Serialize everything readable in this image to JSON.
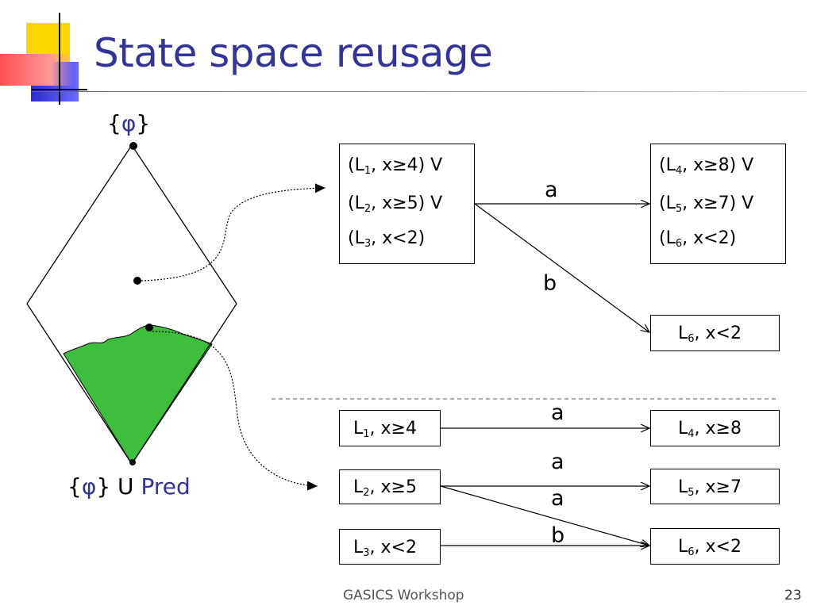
{
  "slide": {
    "title": "State space reusage",
    "footer": "GASICS Workshop",
    "page_number": "23"
  },
  "diagram": {
    "top_label": {
      "open": "{",
      "symbol": "φ",
      "close": "}"
    },
    "bottom_label": {
      "open": "{",
      "symbol": "φ",
      "close": "}",
      "union": " U ",
      "pred": "Pred"
    },
    "fill_color": "#3dbf3d",
    "upper_boxes": [
      {
        "lines": [
          {
            "loc": "L",
            "sub": "1",
            "rest": ", x≥4) V"
          },
          {
            "loc": "L",
            "sub": "2",
            "rest": ", x≥5) V"
          },
          {
            "loc": "L",
            "sub": "3",
            "rest": ", x<2)"
          }
        ]
      },
      {
        "lines": [
          {
            "loc": "L",
            "sub": "4",
            "rest": ", x≥8) V"
          },
          {
            "loc": "L",
            "sub": "5",
            "rest": ", x≥7) V"
          },
          {
            "loc": "L",
            "sub": "6",
            "rest": ", x<2)"
          }
        ]
      },
      {
        "lines": [
          {
            "loc": "L",
            "sub": "6",
            "rest": ", x<2"
          }
        ]
      }
    ],
    "upper_edge_labels": [
      "a",
      "b"
    ],
    "lower_boxes": [
      {
        "loc": "L",
        "sub": "1",
        "rest": ", x≥4"
      },
      {
        "loc": "L",
        "sub": "2",
        "rest": ", x≥5"
      },
      {
        "loc": "L",
        "sub": "3",
        "rest": ", x<2"
      },
      {
        "loc": "L",
        "sub": "4",
        "rest": ", x≥8"
      },
      {
        "loc": "L",
        "sub": "5",
        "rest": ", x≥7"
      },
      {
        "loc": "L",
        "sub": "6",
        "rest": ", x<2"
      }
    ],
    "lower_edge_labels": [
      "a",
      "a",
      "a",
      "b"
    ]
  }
}
